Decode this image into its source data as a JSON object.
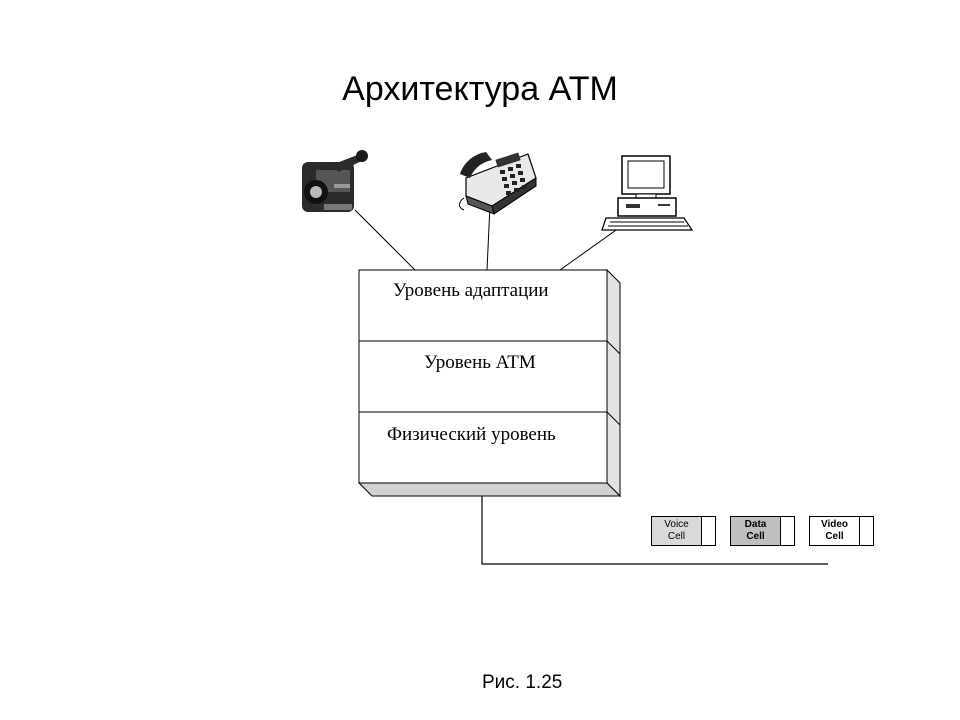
{
  "title": "Архитектура ATM",
  "layers": [
    {
      "label": "Уровень адаптации"
    },
    {
      "label": "Уровень ATM"
    },
    {
      "label": "Физический уровень"
    }
  ],
  "devices": [
    {
      "icon": "video-camera-icon"
    },
    {
      "icon": "telephone-icon"
    },
    {
      "icon": "computer-icon"
    }
  ],
  "cells": [
    {
      "line1": "Voice",
      "line2": "Cell",
      "bold": false,
      "shade": "#d9d9d9"
    },
    {
      "line1": "Data",
      "line2": "Cell",
      "bold": true,
      "shade": "#bfbfbf"
    },
    {
      "line1": "Video",
      "line2": "Cell",
      "bold": true,
      "shade": "#ffffff"
    }
  ],
  "caption": "Рис. 1.25"
}
